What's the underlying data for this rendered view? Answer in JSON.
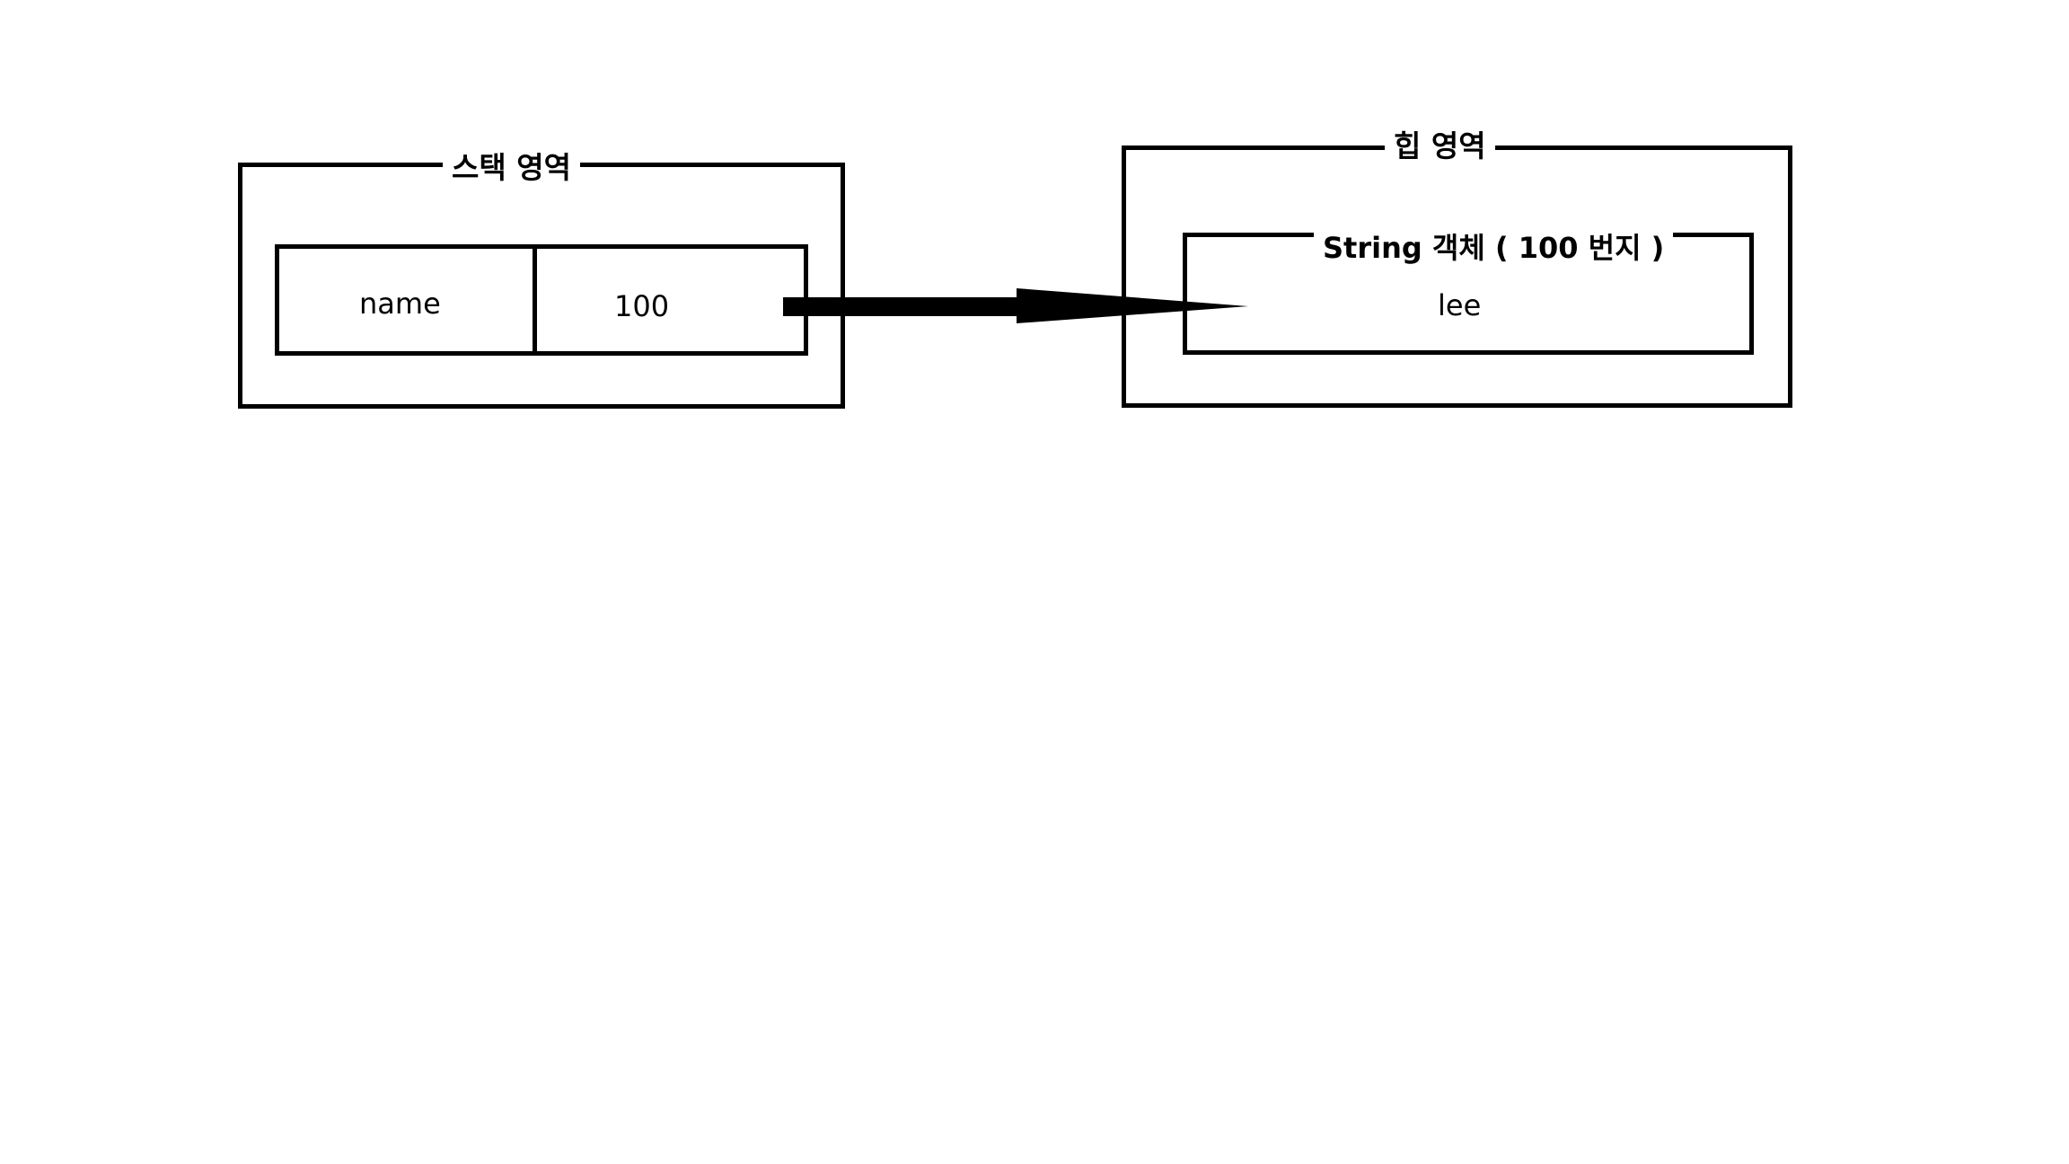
{
  "stack_area": {
    "title": "스택 영역",
    "variable": {
      "name": "name",
      "address": "100"
    }
  },
  "heap_area": {
    "title": "힙 영역",
    "object": {
      "title": "String 객체 ( 100 번지 )",
      "value": "lee"
    }
  },
  "colors": {
    "line": "#000000",
    "background": "#ffffff"
  }
}
